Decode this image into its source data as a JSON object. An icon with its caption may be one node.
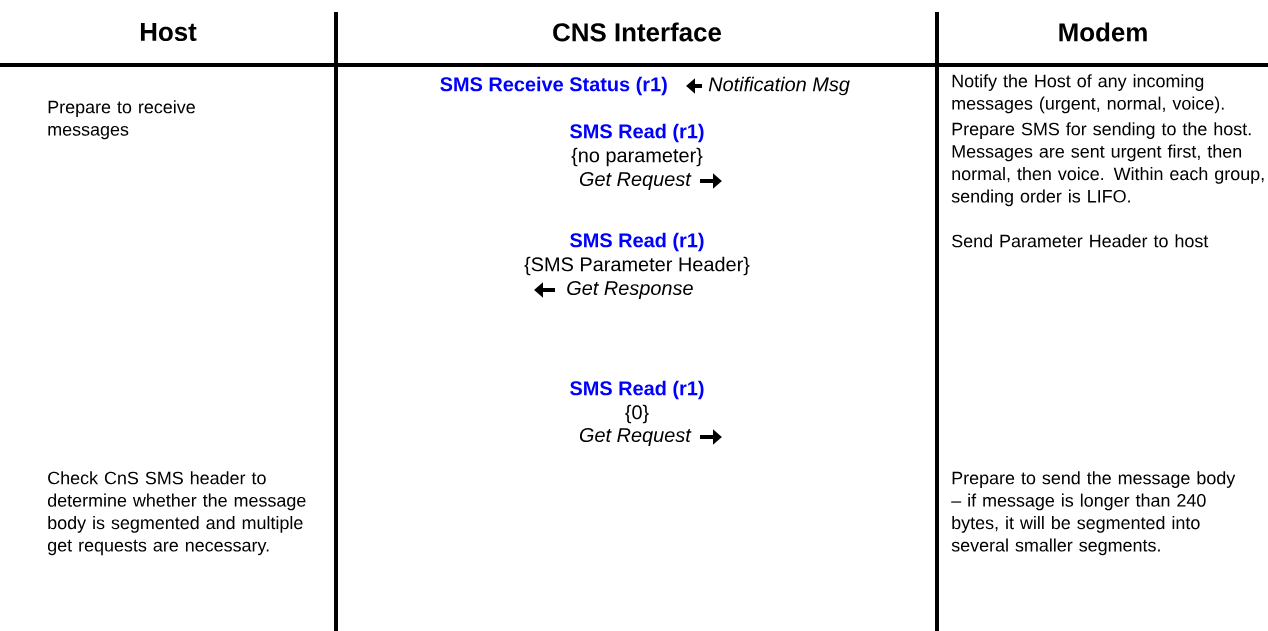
{
  "diagram": {
    "labels": [
      "Host",
      "CNS Interface",
      "Modem",
      "SMS Receive Status (r1)",
      "Notification Msg",
      "Notify the Host of any incoming messages (urgent, normal, voice).",
      "Prepare to receive messages",
      "SMS Read (r1)",
      "{no parameter}",
      "Get Request",
      "Prepare SMS for sending to the host. Messages are sent urgent first, then normal, then voice. Within each group, sending order is LIFO.",
      "SMS Read (r1)",
      "{SMS Parameter Header}",
      "Get Response",
      "Send Parameter Header to host",
      "Check CnS SMS header to determine whether the message body is segmented and multiple get requests are necessary.",
      "SMS Read (r1)",
      "{0}",
      "Get Request",
      "Prepare to send the message body – if message is longer than 240 bytes, it will be segmented into several smaller segments."
    ]
  }
}
